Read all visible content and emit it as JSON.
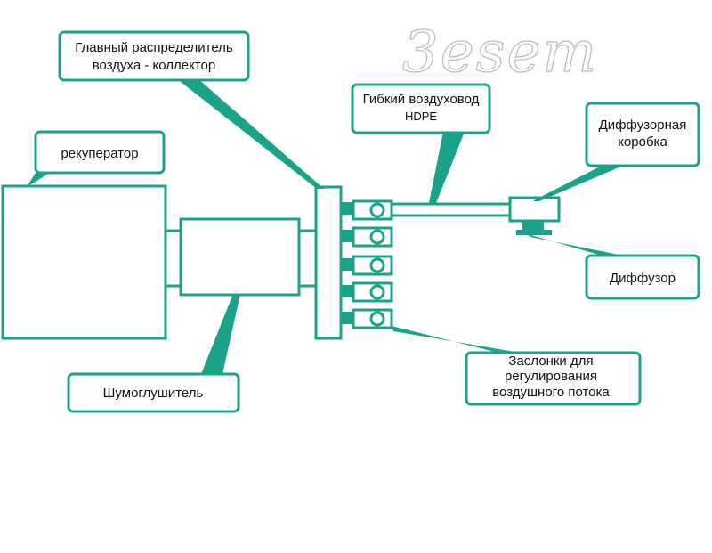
{
  "logo": {
    "text": "3esem"
  },
  "labels": {
    "recuperator": "рекуператор",
    "silencer": "Шумоглушитель",
    "collector_line1": "Главный распределитель",
    "collector_line2": "воздуха - коллектор",
    "duct_line1": "Гибкий воздуховод",
    "duct_line2": "HDPE",
    "diffuser_box_line1": "Диффузорная",
    "diffuser_box_line2": "коробка",
    "diffuser": "Диффузор",
    "dampers_line1": "Заслонки для",
    "dampers_line2": "регулирования",
    "dampers_line3": "воздушного потока"
  },
  "colors": {
    "accent": "#1aa388",
    "text": "#111111",
    "background": "#ffffff"
  }
}
